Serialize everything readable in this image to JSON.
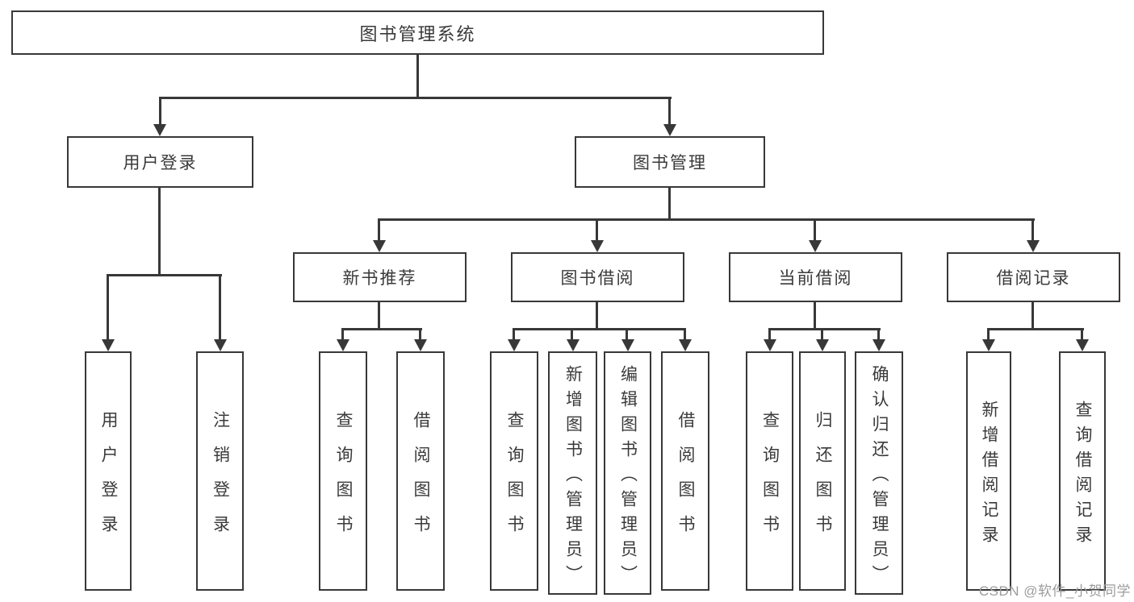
{
  "diagram": {
    "root": {
      "label": "图书管理系统"
    },
    "branches": [
      {
        "label": "用户登录",
        "children": [
          {
            "label": "用户登录"
          },
          {
            "label": "注销登录"
          }
        ]
      },
      {
        "label": "图书管理",
        "children": [
          {
            "label": "新书推荐",
            "children": [
              {
                "label": "查询图书"
              },
              {
                "label": "借阅图书"
              }
            ]
          },
          {
            "label": "图书借阅",
            "children": [
              {
                "label": "查询图书"
              },
              {
                "label": "新增图书（管理员）"
              },
              {
                "label": "编辑图书（管理员）"
              },
              {
                "label": "借阅图书"
              }
            ]
          },
          {
            "label": "当前借阅",
            "children": [
              {
                "label": "查询图书"
              },
              {
                "label": "归还图书"
              },
              {
                "label": "确认归还（管理员）"
              }
            ]
          },
          {
            "label": "借阅记录",
            "children": [
              {
                "label": "新增借阅记录"
              },
              {
                "label": "查询借阅记录"
              }
            ]
          }
        ]
      }
    ]
  },
  "watermark": {
    "text": "CSDN @软件_小贺同学"
  },
  "colors": {
    "line": "#383838",
    "text": "#3a3a3a",
    "box_background": "#ffffff",
    "watermark": "#9c9c9c",
    "background": "#ffffff"
  }
}
